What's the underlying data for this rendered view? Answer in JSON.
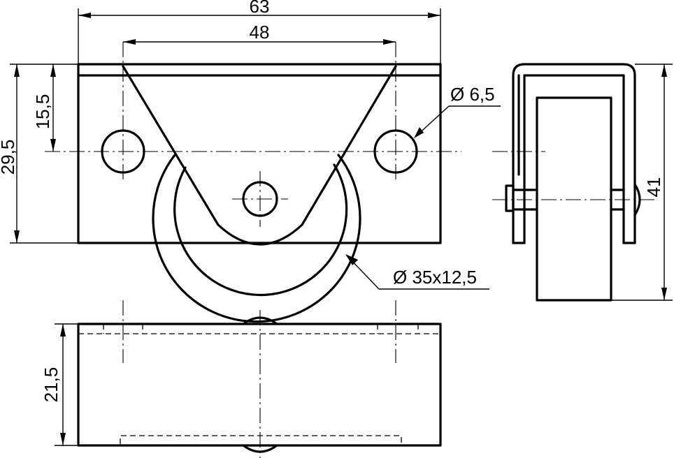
{
  "dimensions": {
    "overall_width": "63",
    "hole_spacing": "48",
    "total_height": "29,5",
    "hole_height": "15,5",
    "hole_diameter": "Ø 6,5",
    "wheel_size": "Ø 35x12,5",
    "side_height": "41",
    "bottom_height": "21,5"
  }
}
